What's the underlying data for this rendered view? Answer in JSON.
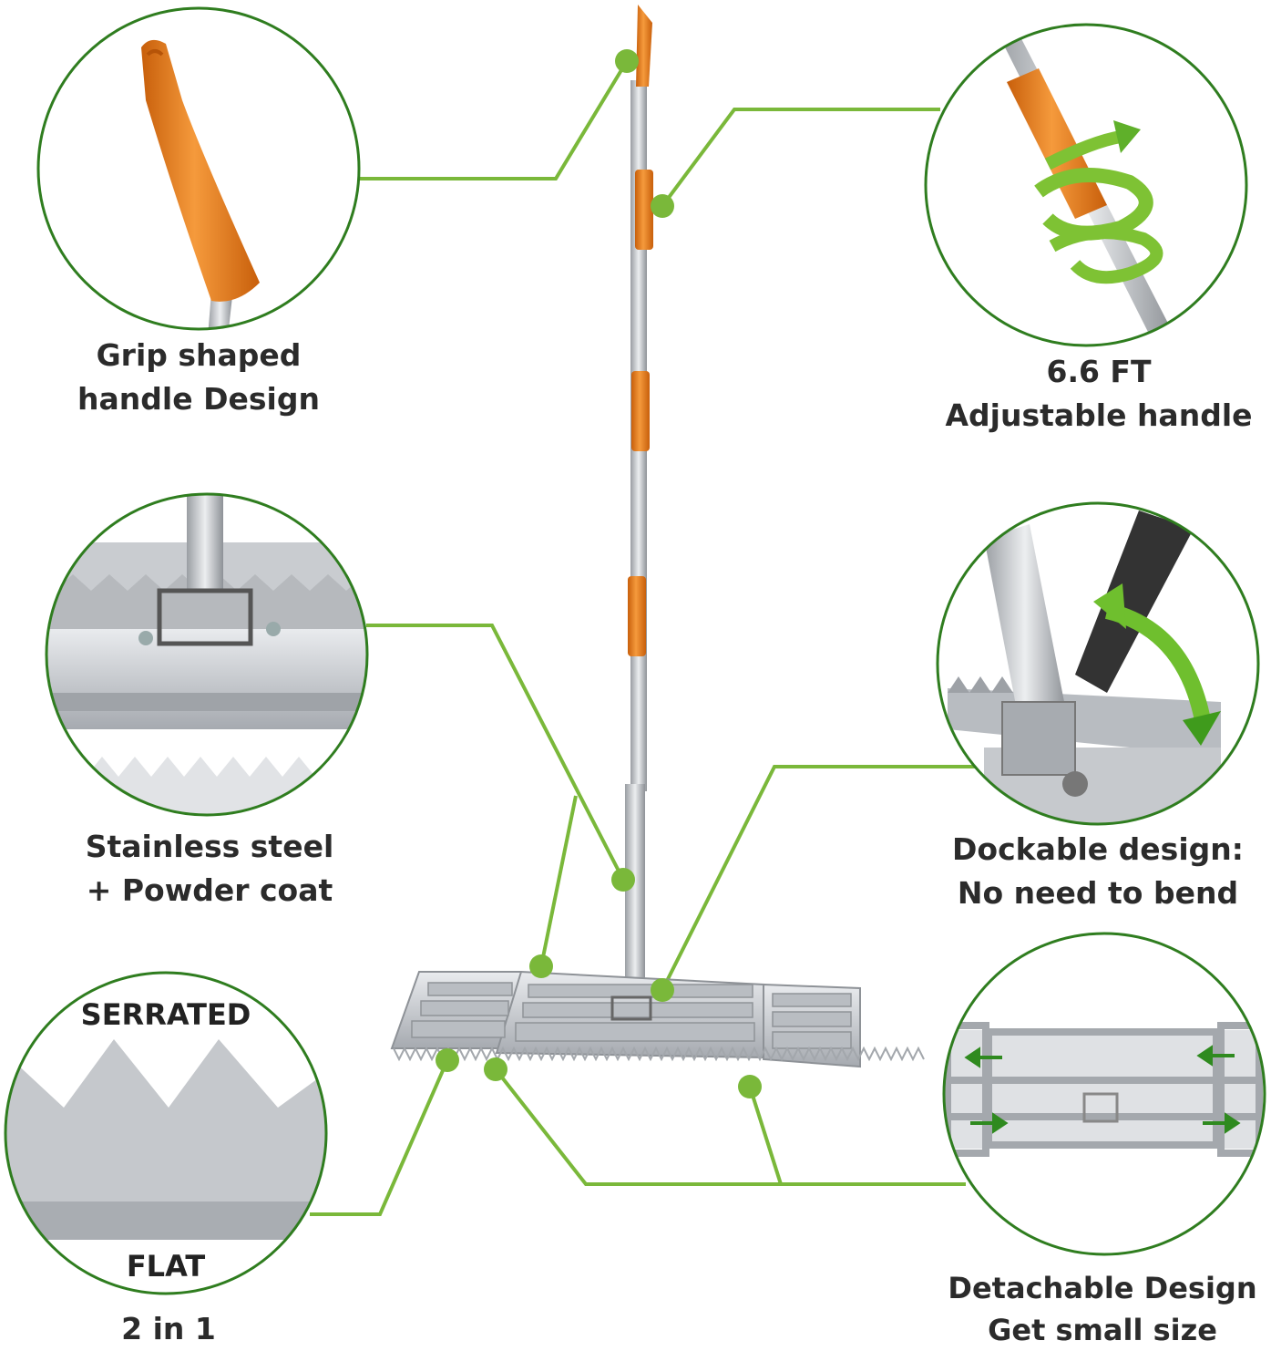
{
  "colors": {
    "accent_green": "#7ab83a",
    "circle_border": "#2f7d1f",
    "handle_orange": "#f07f1e",
    "steel": "#c9ccd0",
    "text": "#2b2b2b"
  },
  "features": [
    {
      "id": "grip",
      "icon": "grip-handle-icon",
      "lines": [
        "Grip shaped",
        "handle Design"
      ]
    },
    {
      "id": "adjustable",
      "icon": "telescopic-handle-icon",
      "lines": [
        "6.6 FT",
        "Adjustable handle"
      ]
    },
    {
      "id": "material",
      "icon": "steel-bracket-icon",
      "lines": [
        "Stainless steel",
        "+ Powder coat"
      ]
    },
    {
      "id": "dockable",
      "icon": "dock-hinge-icon",
      "lines": [
        "Dockable design:",
        "No need to bend"
      ]
    },
    {
      "id": "two_in_one",
      "icon": "serrated-flat-edge-icon",
      "lines": [
        "2 in 1"
      ],
      "top_label": "SERRATED",
      "bottom_label": "FLAT"
    },
    {
      "id": "detachable",
      "icon": "detachable-frame-icon",
      "lines": [
        "Detachable Design",
        "Get small size"
      ]
    }
  ]
}
